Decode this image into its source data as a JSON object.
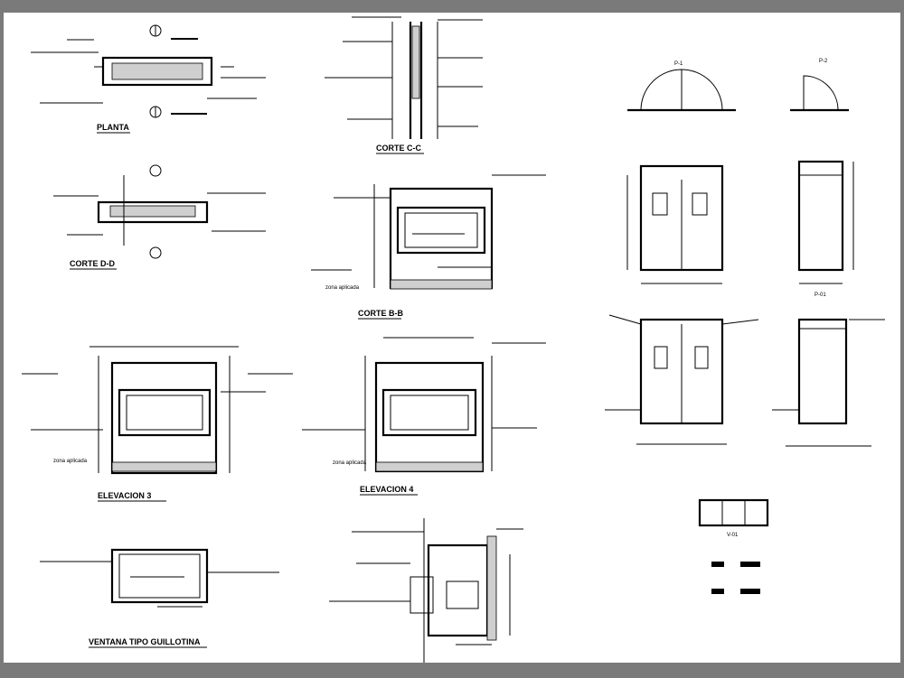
{
  "sheet": {
    "titles": {
      "planta": "PLANTA",
      "corte_cc": "CORTE C-C",
      "corte_dd": "CORTE D-D",
      "corte_bb": "CORTE B-B",
      "elev3": "ELEVACION 3",
      "elev4": "ELEVACION 4",
      "ventana": "VENTANA TIPO GUILLOTINA",
      "p1": "P-1",
      "p2": "P-2",
      "p01": "P-01",
      "v01": "V-01"
    },
    "notes": {
      "zona_aplicada": "zona aplicada"
    }
  }
}
